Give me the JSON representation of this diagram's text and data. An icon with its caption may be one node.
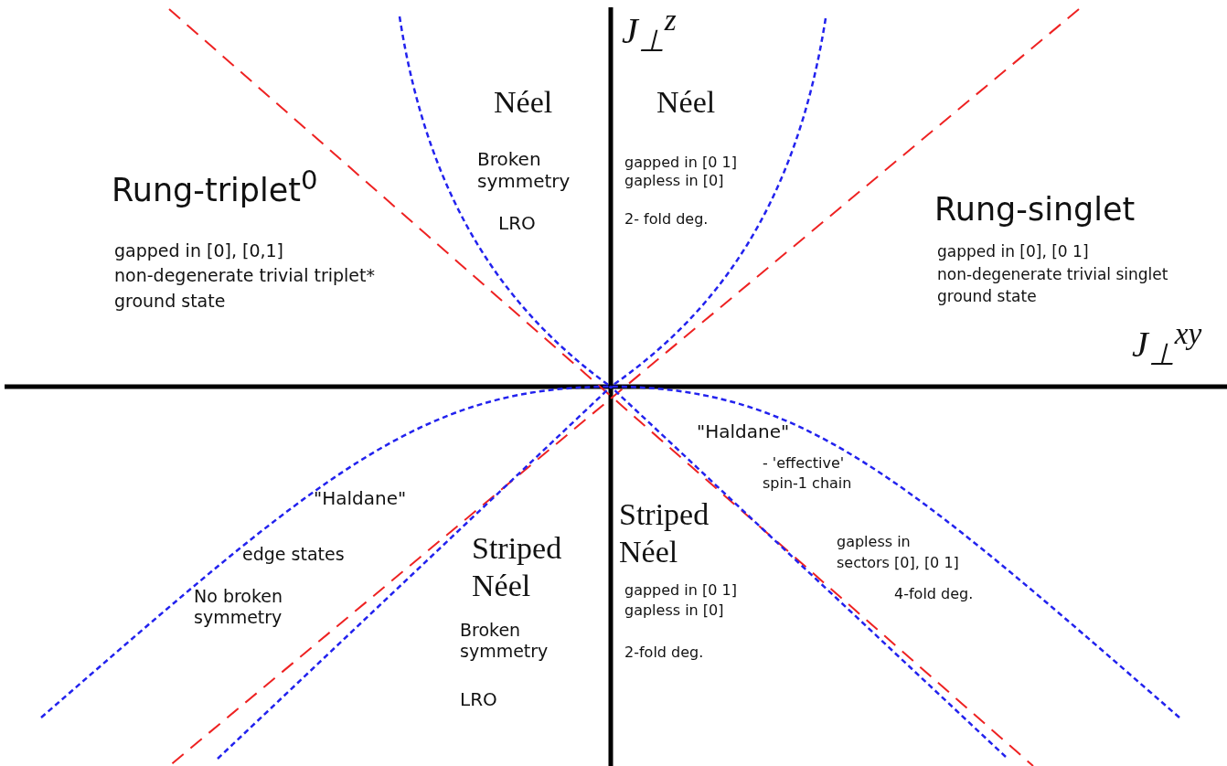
{
  "diagram": {
    "labels": [
      "J$_{⊥}$$^{z}$",
      "Néel",
      "Néel",
      "Broken symmetry",
      "gapped in [0 1]",
      "gapless in [0]",
      "Rung-triplet$^{0}$",
      "Rung-singlet",
      "LRO",
      "2- fold deg.",
      "gapped in [0], [0,1]",
      "gapped in [0], [0 1]",
      "non-degenerate trivial triplet*",
      "non-degenerate trivial singlet",
      "ground state",
      "ground state",
      "J$_{⊥}$$^{xy}$",
      "\"Haldane\"",
      "- 'effective'",
      "spin-1 chain",
      "\"Haldane\"",
      "Striped Néel",
      "Striped Néel",
      "gapless in",
      "edge states",
      "sectors [0], [0 1]",
      "No broken symmetry",
      "gapped in [0 1]",
      "4-fold deg.",
      "gapless in [0]",
      "Broken symmetry",
      "2-fold deg.",
      "LRO"
    ]
  }
}
